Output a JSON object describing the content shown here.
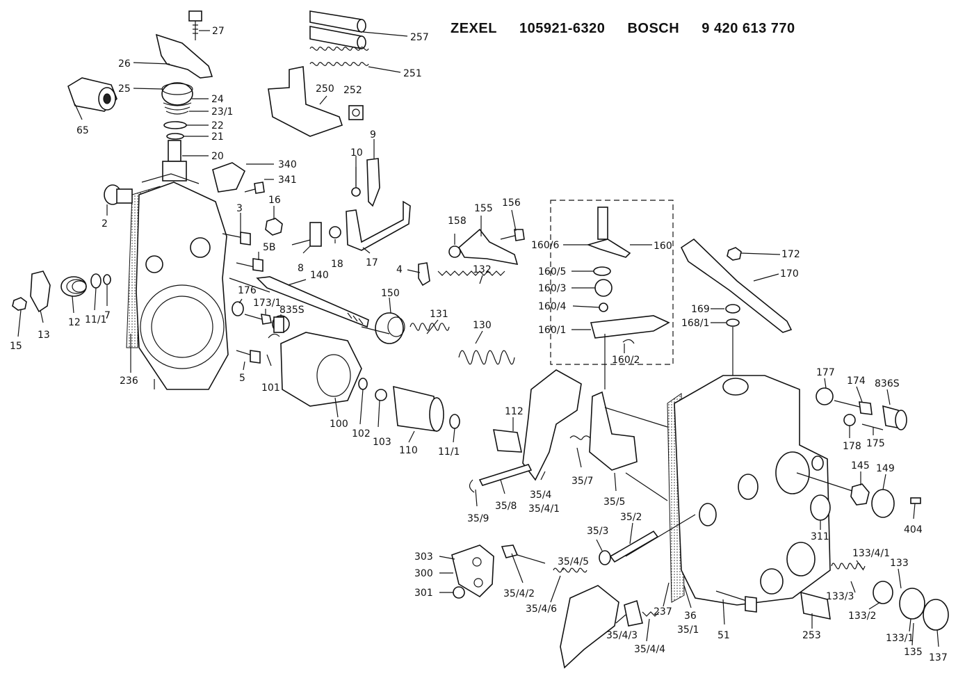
{
  "header": {
    "brand1": "ZEXEL",
    "code1": "105921-6320",
    "brand2": "BOSCH",
    "code2": "9 420 613 770"
  },
  "labels": [
    {
      "id": "p27",
      "text": "27"
    },
    {
      "id": "p26",
      "text": "26"
    },
    {
      "id": "p25",
      "text": "25"
    },
    {
      "id": "p24",
      "text": "24"
    },
    {
      "id": "p23_1",
      "text": "23/1"
    },
    {
      "id": "p22",
      "text": "22"
    },
    {
      "id": "p21",
      "text": "21"
    },
    {
      "id": "p20",
      "text": "20"
    },
    {
      "id": "p65",
      "text": "65"
    },
    {
      "id": "p340",
      "text": "340"
    },
    {
      "id": "p341",
      "text": "341"
    },
    {
      "id": "p2",
      "text": "2"
    },
    {
      "id": "p3",
      "text": "3"
    },
    {
      "id": "p16",
      "text": "16"
    },
    {
      "id": "p5B",
      "text": "5B"
    },
    {
      "id": "p257",
      "text": "257"
    },
    {
      "id": "p251",
      "text": "251"
    },
    {
      "id": "p250",
      "text": "250"
    },
    {
      "id": "p252",
      "text": "252"
    },
    {
      "id": "p9",
      "text": "9"
    },
    {
      "id": "p10",
      "text": "10"
    },
    {
      "id": "p8",
      "text": "8"
    },
    {
      "id": "p18",
      "text": "18"
    },
    {
      "id": "p17",
      "text": "17"
    },
    {
      "id": "p158",
      "text": "158"
    },
    {
      "id": "p155",
      "text": "155"
    },
    {
      "id": "p156",
      "text": "156"
    },
    {
      "id": "p4",
      "text": "4"
    },
    {
      "id": "p132",
      "text": "132"
    },
    {
      "id": "p160",
      "text": "160"
    },
    {
      "id": "p160_6",
      "text": "160/6"
    },
    {
      "id": "p160_5",
      "text": "160/5"
    },
    {
      "id": "p160_3",
      "text": "160/3"
    },
    {
      "id": "p160_4",
      "text": "160/4"
    },
    {
      "id": "p160_1",
      "text": "160/1"
    },
    {
      "id": "p160_2",
      "text": "160/2"
    },
    {
      "id": "p172",
      "text": "172"
    },
    {
      "id": "p170",
      "text": "170"
    },
    {
      "id": "p169",
      "text": "169"
    },
    {
      "id": "p168_1",
      "text": "168/1"
    },
    {
      "id": "p15",
      "text": "15"
    },
    {
      "id": "p13",
      "text": "13"
    },
    {
      "id": "p12",
      "text": "12"
    },
    {
      "id": "p11_1a",
      "text": "11/1"
    },
    {
      "id": "p7",
      "text": "7"
    },
    {
      "id": "p236",
      "text": "236"
    },
    {
      "id": "p176",
      "text": "176"
    },
    {
      "id": "p173_1",
      "text": "173/1"
    },
    {
      "id": "p835S",
      "text": "835S"
    },
    {
      "id": "p140",
      "text": "140"
    },
    {
      "id": "p150",
      "text": "150"
    },
    {
      "id": "p131",
      "text": "131"
    },
    {
      "id": "p130",
      "text": "130"
    },
    {
      "id": "p101",
      "text": "101"
    },
    {
      "id": "p5",
      "text": "5"
    },
    {
      "id": "p100",
      "text": "100"
    },
    {
      "id": "p102",
      "text": "102"
    },
    {
      "id": "p103",
      "text": "103"
    },
    {
      "id": "p110",
      "text": "110"
    },
    {
      "id": "p11_1b",
      "text": "11/1"
    },
    {
      "id": "p112",
      "text": "112"
    },
    {
      "id": "p35_9",
      "text": "35/9"
    },
    {
      "id": "p35_8",
      "text": "35/8"
    },
    {
      "id": "p35_4",
      "text": "35/4"
    },
    {
      "id": "p35_4_1",
      "text": "35/4/1"
    },
    {
      "id": "p35_7",
      "text": "35/7"
    },
    {
      "id": "p35_5",
      "text": "35/5"
    },
    {
      "id": "p177",
      "text": "177"
    },
    {
      "id": "p174",
      "text": "174"
    },
    {
      "id": "p836S",
      "text": "836S"
    },
    {
      "id": "p178",
      "text": "178"
    },
    {
      "id": "p175",
      "text": "175"
    },
    {
      "id": "p145",
      "text": "145"
    },
    {
      "id": "p149",
      "text": "149"
    },
    {
      "id": "p404",
      "text": "404"
    },
    {
      "id": "p311",
      "text": "311"
    },
    {
      "id": "p35_3",
      "text": "35/3"
    },
    {
      "id": "p35_2",
      "text": "35/2"
    },
    {
      "id": "p303",
      "text": "303"
    },
    {
      "id": "p300",
      "text": "300"
    },
    {
      "id": "p301",
      "text": "301"
    },
    {
      "id": "p35_4_2",
      "text": "35/4/2"
    },
    {
      "id": "p35_4_5",
      "text": "35/4/5"
    },
    {
      "id": "p35_4_6",
      "text": "35/4/6"
    },
    {
      "id": "p35_4_3",
      "text": "35/4/3"
    },
    {
      "id": "p35_4_4",
      "text": "35/4/4"
    },
    {
      "id": "p237",
      "text": "237"
    },
    {
      "id": "p36",
      "text": "36"
    },
    {
      "id": "p35_1",
      "text": "35/1"
    },
    {
      "id": "p51",
      "text": "51"
    },
    {
      "id": "p253",
      "text": "253"
    },
    {
      "id": "p133_4_1",
      "text": "133/4/1"
    },
    {
      "id": "p133",
      "text": "133"
    },
    {
      "id": "p133_3",
      "text": "133/3"
    },
    {
      "id": "p133_2",
      "text": "133/2"
    },
    {
      "id": "p133_1",
      "text": "133/1"
    },
    {
      "id": "p135",
      "text": "135"
    },
    {
      "id": "p137",
      "text": "137"
    }
  ]
}
